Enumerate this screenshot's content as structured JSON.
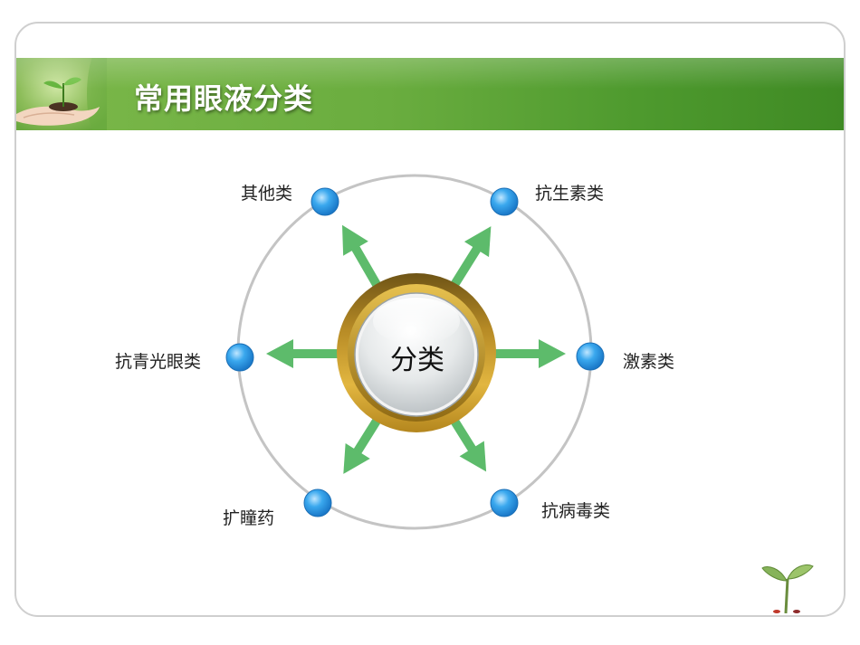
{
  "header": {
    "title": "常用眼液分类"
  },
  "diagram": {
    "center_label": "分类",
    "nodes": [
      {
        "id": "other",
        "label": "其他类"
      },
      {
        "id": "antibiotic",
        "label": "抗生素类"
      },
      {
        "id": "hormone",
        "label": "激素类"
      },
      {
        "id": "antiviral",
        "label": "抗病毒类"
      },
      {
        "id": "mydriatic",
        "label": "扩瞳药"
      },
      {
        "id": "antiglaucoma",
        "label": "抗青光眼类"
      }
    ]
  },
  "colors": {
    "banner_green": "#5ea83a",
    "arrow_green": "#5dbb6b",
    "node_blue": "#2e9ee6",
    "hub_gold": "#c9a032",
    "ring_gray": "#c4c4c4"
  },
  "icons": {
    "header_photo": "hand-holding-sprout-icon",
    "corner_decoration": "sprout-icon"
  }
}
